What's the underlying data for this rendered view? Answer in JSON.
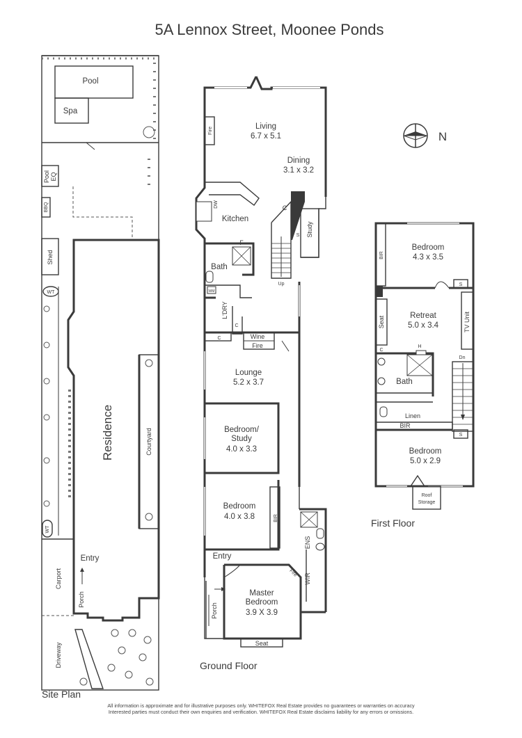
{
  "title": "5A Lennox Street, Moonee Ponds",
  "compass": {
    "label": "N"
  },
  "floors": {
    "site": "Site Plan",
    "ground": "Ground Floor",
    "first": "First Floor"
  },
  "site_labels": {
    "pool": "Pool",
    "spa": "Spa",
    "pool_eq_1": "Pool",
    "pool_eq_2": "EQ",
    "bbq": "BBQ",
    "shed": "Shed",
    "wt": "WT",
    "residence": "Residence",
    "courtyard": "Courtyard",
    "entry": "Entry",
    "porch": "Porch",
    "carport": "Carport",
    "driveway": "Driveway"
  },
  "ground_labels": {
    "living": "Living",
    "living_dim": "6.7 x 5.1",
    "dining": "Dining",
    "dining_dim": "3.1 x 3.2",
    "kitchen": "Kitchen",
    "study": "Study",
    "fire": "Fire",
    "dw": "DW",
    "f": "F",
    "c": "C",
    "s": "S",
    "up": "Up",
    "bath": "Bath",
    "wm": "WM",
    "ldry": "L'DRY",
    "wine": "Wine",
    "lounge": "Lounge",
    "lounge_dim": "5.2 x 3.7",
    "bedroom_study_1": "Bedroom/",
    "bedroom_study_2": "Study",
    "bedroom_study_dim": "4.0 x 3.3",
    "bedroom": "Bedroom",
    "bedroom_dim": "4.0 x 3.8",
    "bir": "BIR",
    "entry": "Entry",
    "porch": "Porch",
    "master_1": "Master",
    "master_2": "Bedroom",
    "master_dim": "3.9 X 3.9",
    "seat": "Seat",
    "ens": "ENS",
    "wir": "WIR"
  },
  "first_labels": {
    "bedroom_top": "Bedroom",
    "bedroom_top_dim": "4.3 x 3.5",
    "bir": "BIR",
    "s": "S",
    "retreat": "Retreat",
    "retreat_dim": "5.0 x 3.4",
    "seat": "Seat",
    "tv_unit": "TV Unit",
    "h": "H",
    "dn": "Dn",
    "c": "C",
    "bath": "Bath",
    "linen": "Linen",
    "bir_2": "BIR",
    "bedroom_bottom": "Bedroom",
    "bedroom_bottom_dim": "5.0 x 2.9",
    "roof_1": "Roof",
    "roof_2": "Storage"
  },
  "disclaimer": {
    "line1": "All information is approximate and for illustrative purposes only. WHITEFOX Real Estate provides no guarantees or warranties on accuracy",
    "line2": "Interested parties must conduct their own enquiries and verification. WHITEFOX Real Estate disclaims liability for any errors or omissions."
  }
}
